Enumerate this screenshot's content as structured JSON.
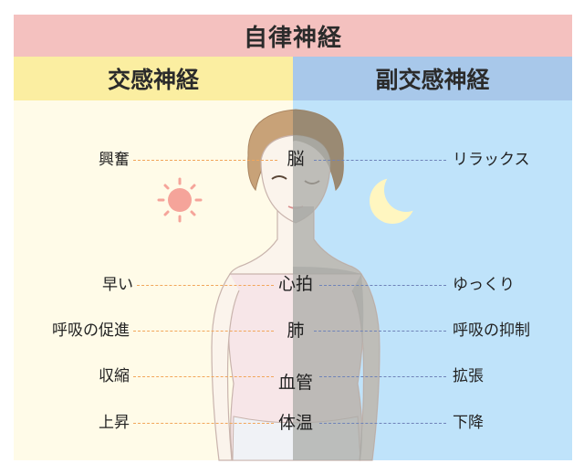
{
  "title": "自律神経",
  "sympathetic": {
    "heading": "交感神経",
    "effects": [
      "興奮",
      "早い",
      "呼吸の促進",
      "収縮",
      "上昇"
    ],
    "color": "#fbeea1"
  },
  "parasympathetic": {
    "heading": "副交感神経",
    "effects": [
      "リラックス",
      "ゆっくり",
      "呼吸の抑制",
      "拡張",
      "下降"
    ],
    "color": "#a8c8ea"
  },
  "organs": [
    "脳",
    "心拍",
    "肺",
    "血管",
    "体温"
  ],
  "icons": {
    "left": "sun-icon",
    "right": "moon-icon"
  },
  "colors": {
    "title_bar": "#f4c1bf",
    "warm_line": "#f2a65a",
    "cool_line": "#6f83b8",
    "sun": "#f5a49a",
    "moon": "#fff6c0"
  }
}
